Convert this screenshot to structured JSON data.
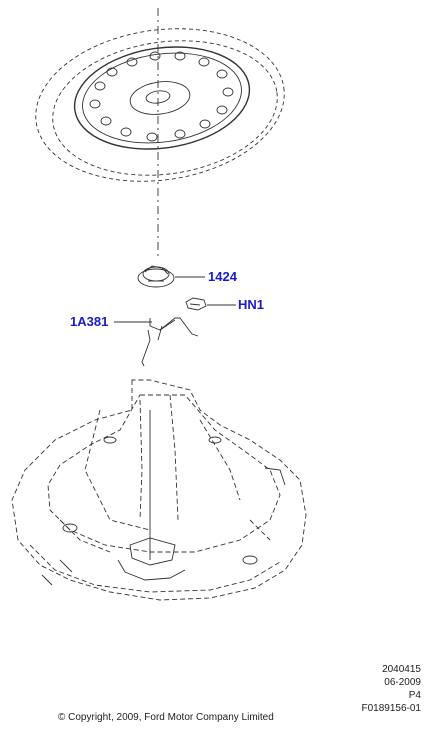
{
  "callouts": {
    "tire_holder": "1424",
    "nut": "HN1",
    "bracket": "1A381"
  },
  "footer": {
    "code1": "2040415",
    "date": "06-2009",
    "page": "P4",
    "figure_id": "F0189156-01",
    "copyright": "© Copyright, 2009, Ford Motor Company Limited"
  },
  "colors": {
    "callout": "#1a1acc",
    "lines": "#333333"
  }
}
